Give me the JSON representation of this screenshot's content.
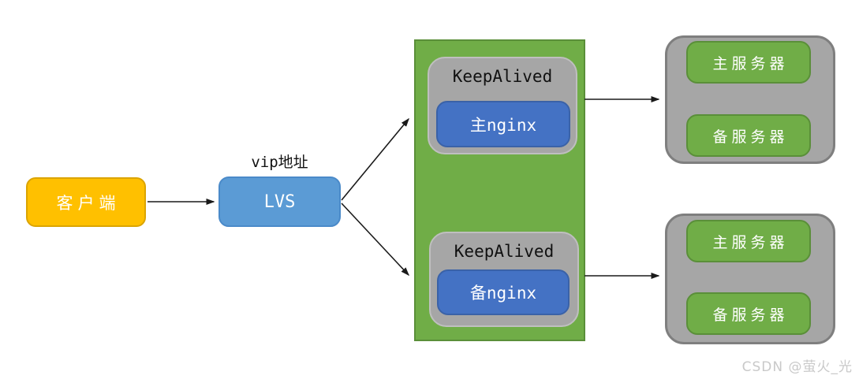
{
  "diagram": {
    "client": {
      "label": "客户端"
    },
    "lvs": {
      "label": "LVS",
      "caption": "vip地址"
    },
    "keepalived_groups": [
      {
        "title": "KeepAlived",
        "nginx": "主nginx"
      },
      {
        "title": "KeepAlived",
        "nginx": "备nginx"
      }
    ],
    "server_groups": [
      {
        "servers": [
          "主服务器",
          "备服务器"
        ]
      },
      {
        "servers": [
          "主服务器",
          "备服务器"
        ]
      }
    ],
    "watermark": "CSDN @萤火_光",
    "colors": {
      "client_fill": "#FFC000",
      "client_border": "#DBA400",
      "lvs_fill": "#5B9BD5",
      "cluster_green": "#70AD47",
      "green_border": "#5A8F39",
      "group_gray": "#A6A6A6",
      "gray_border": "#7F7F7F",
      "nginx_blue": "#4472C4",
      "arrow": "#1A1A1A",
      "watermark_gray": "#C9C9C9"
    }
  }
}
